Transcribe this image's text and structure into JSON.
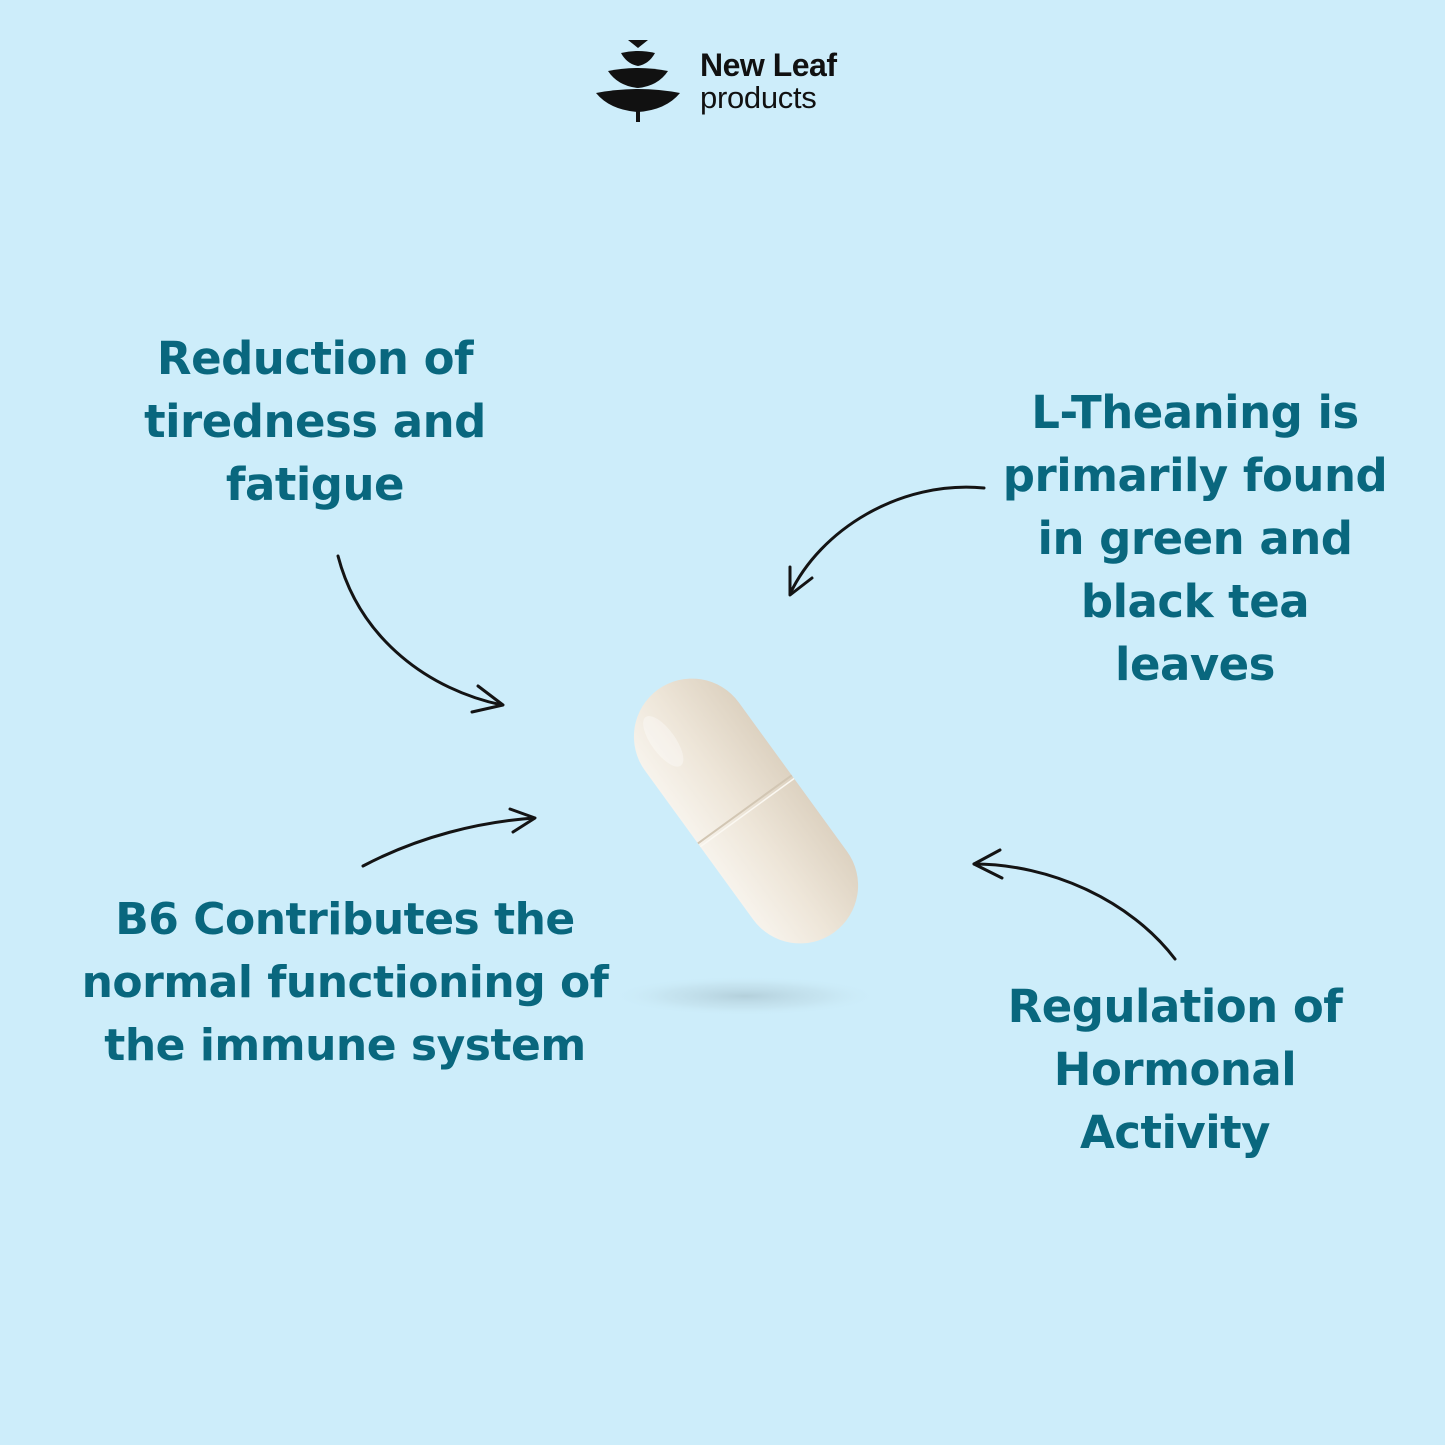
{
  "brand": {
    "name": "New Leaf",
    "sub": "products",
    "icon": "tiered-leaf-logo-icon"
  },
  "callouts": [
    {
      "lines": [
        "Reduction of",
        "tiredness and",
        "fatigue"
      ]
    },
    {
      "lines": [
        "L-Theaning is",
        "primarily found",
        "in green and",
        "black tea",
        "leaves"
      ]
    },
    {
      "lines": [
        "B6 Contributes the",
        "normal functioning of",
        "the immune system"
      ]
    },
    {
      "lines": [
        "Regulation of",
        "Hormonal",
        "Activity"
      ]
    }
  ],
  "colors": {
    "background": "#cdedfa",
    "text": "#09677e",
    "capsule": "#efe8dc",
    "ink": "#111111"
  },
  "product": {
    "image": "capsule"
  }
}
